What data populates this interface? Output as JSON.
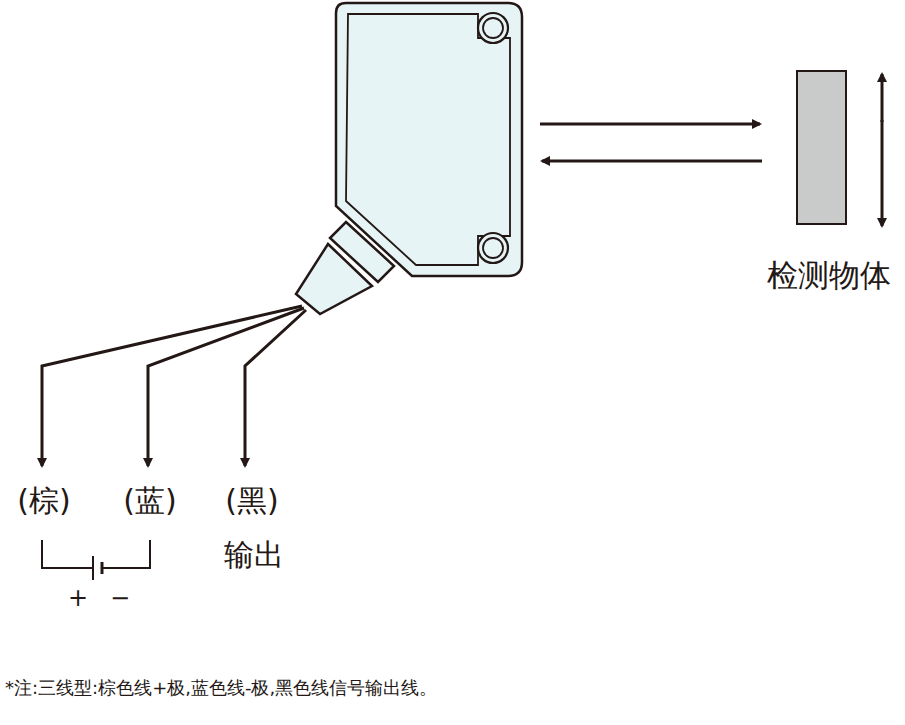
{
  "diagram": {
    "nodes": [
      {
        "text": [
          "检测物体"
        ]
      }
    ],
    "labels": [
      "(棕)",
      "(蓝)",
      "(黑)",
      "输出",
      "+",
      "−",
      "*注:三线型:棕色线+极,蓝色线-极,黑色线信号输出线。"
    ]
  }
}
